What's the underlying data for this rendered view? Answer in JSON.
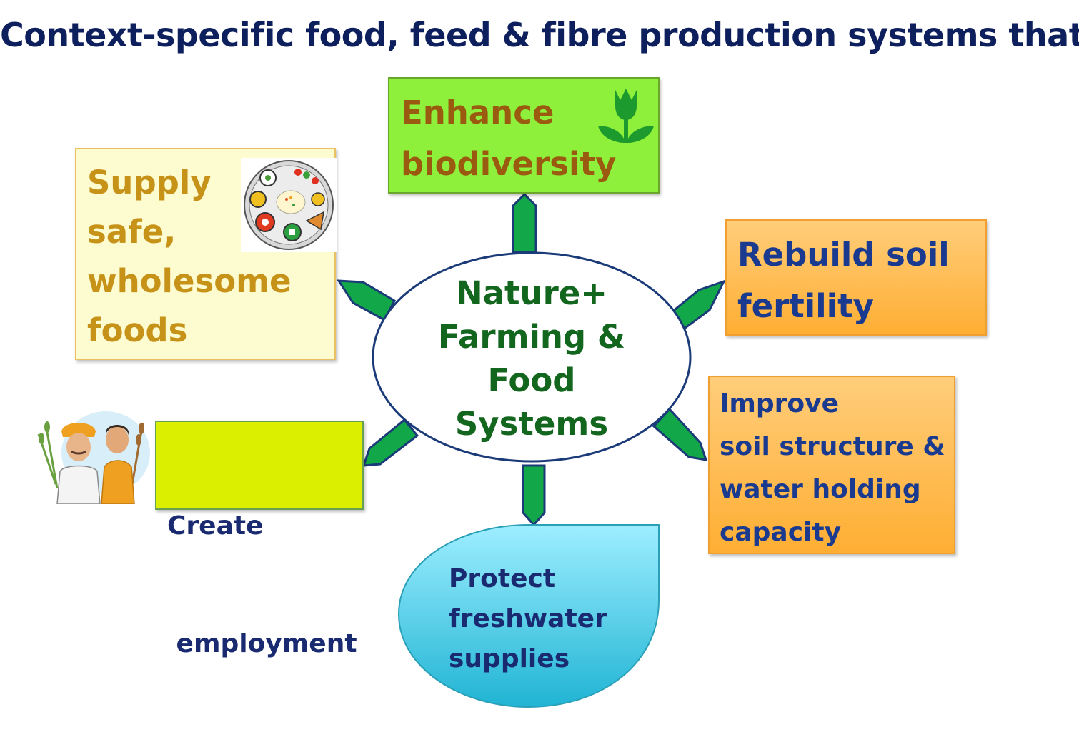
{
  "title": "Context-specific food, feed & fibre production systems that",
  "center": {
    "lines": [
      "Nature+",
      "Farming &",
      "Food",
      "Systems"
    ]
  },
  "boxes": {
    "biodiversity": {
      "lines": [
        "Enhance",
        "biodiversity"
      ]
    },
    "supply": {
      "lines": [
        "Supply",
        "safe,",
        "wholesome",
        "foods"
      ]
    },
    "soil_fertility": {
      "lines": [
        "Rebuild soil",
        "fertility"
      ]
    },
    "soil_structure": {
      "lines": [
        "Improve",
        "soil structure &",
        "water holding",
        "capacity"
      ]
    },
    "employment": {
      "lines": [
        "Create",
        " employment"
      ]
    },
    "freshwater": {
      "lines": [
        "Protect",
        "freshwater",
        "supplies"
      ]
    }
  },
  "colors": {
    "title": "#0d1f5c",
    "center_text": "#13661e",
    "arrow_fill": "#12a84a",
    "arrow_stroke": "#1a3a78"
  },
  "icons": {
    "biodiversity": "tulip-icon",
    "supply": "food-plate-icon",
    "employment": "farmers-icon"
  }
}
